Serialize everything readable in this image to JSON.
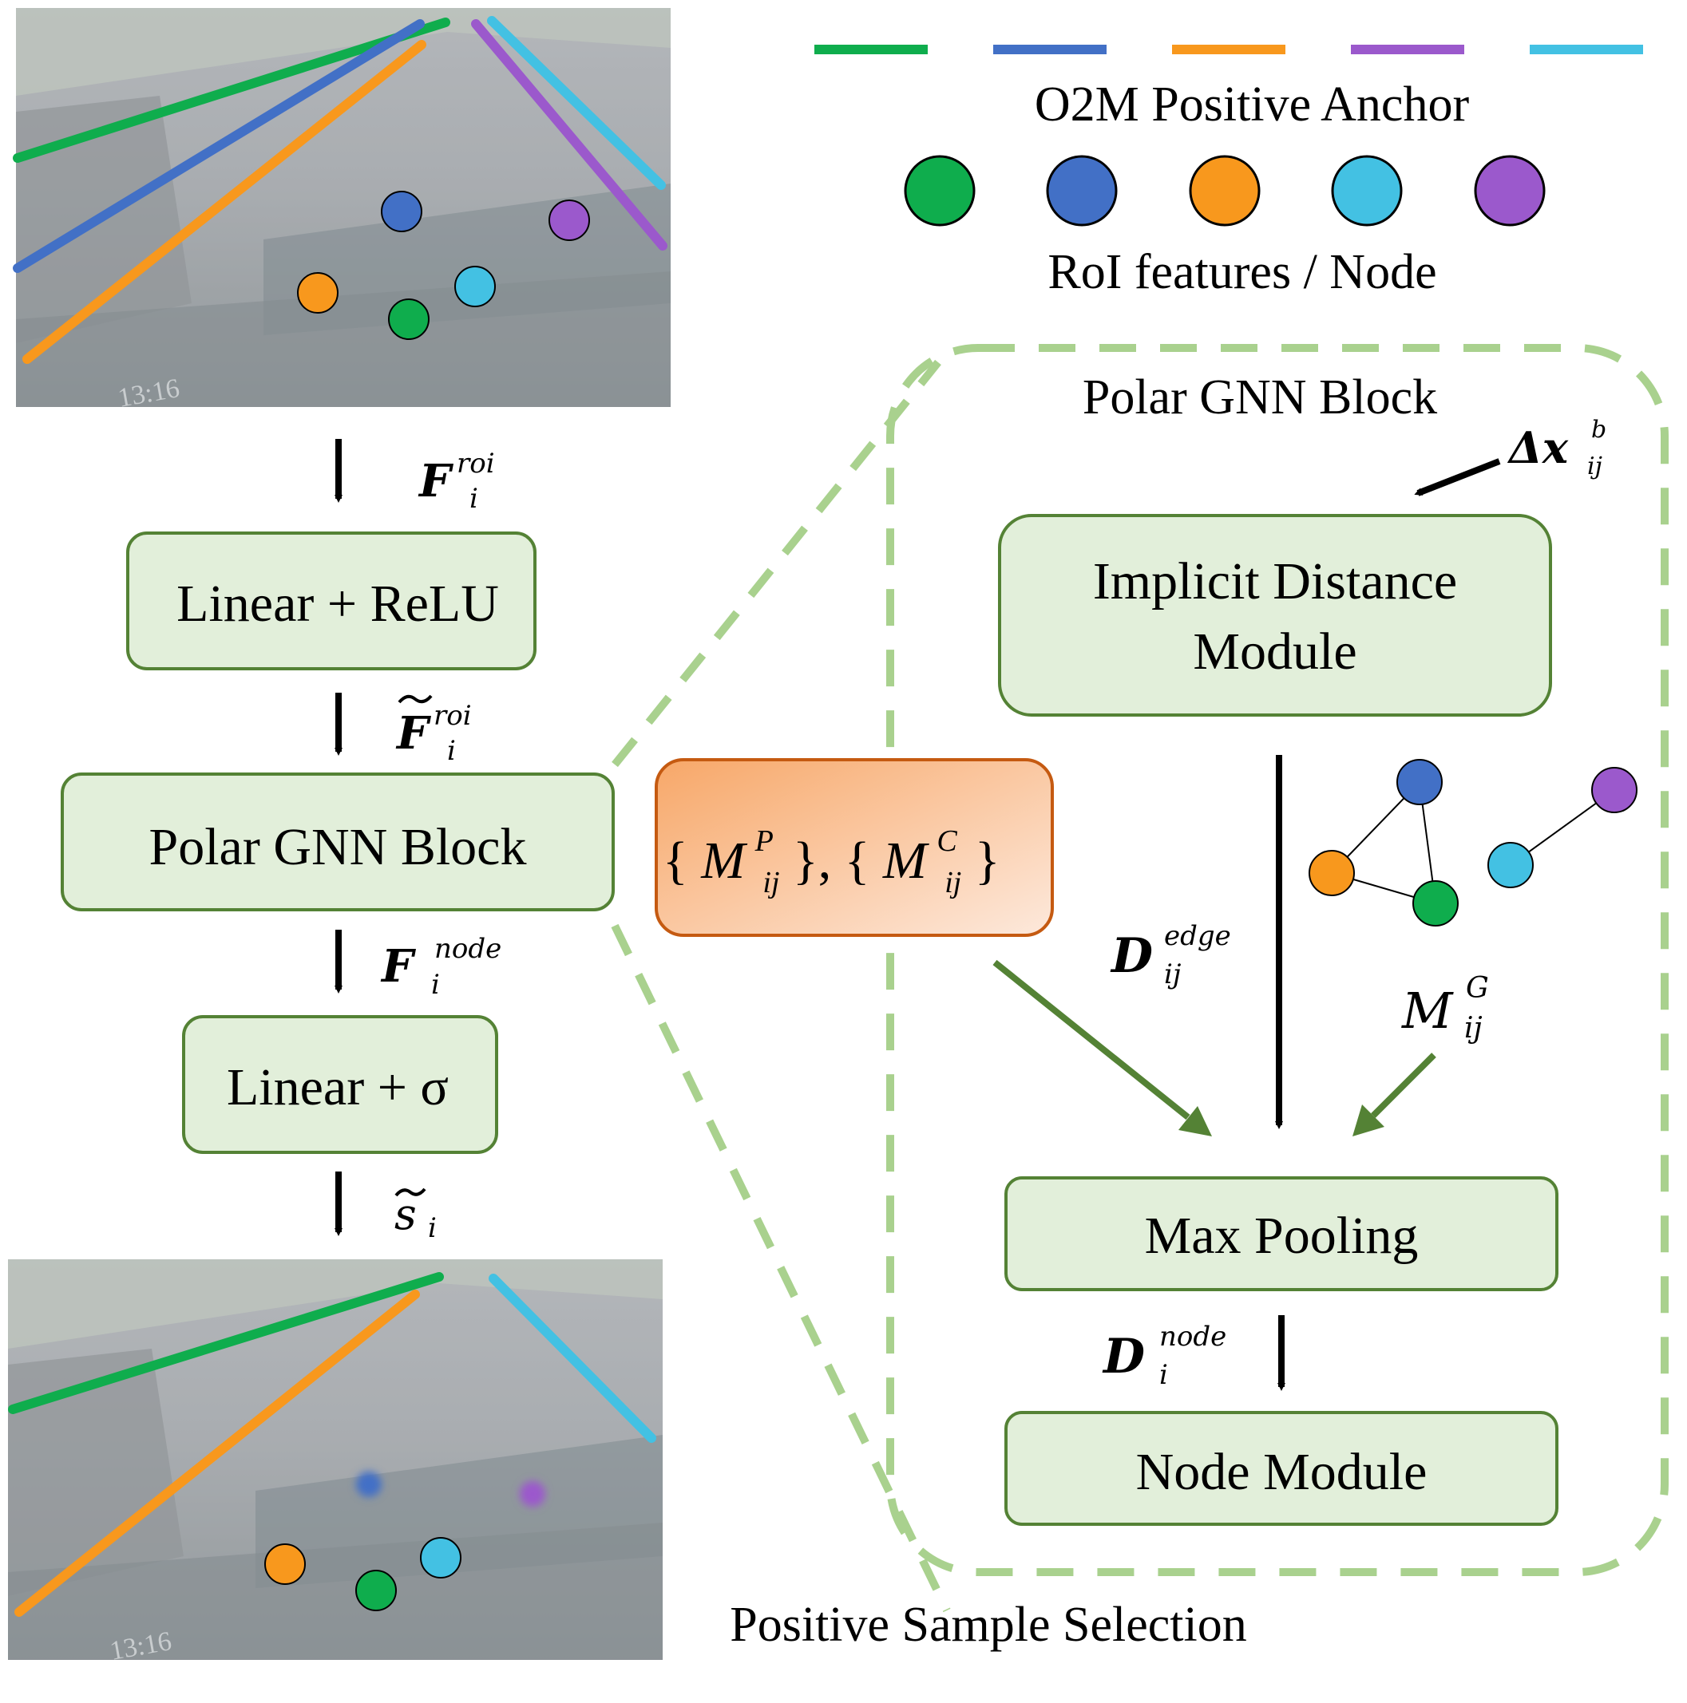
{
  "legend": {
    "anchor_title": "O2M Positive Anchor",
    "node_title": "RoI features / Node",
    "lane_colors": [
      "#0fad4d",
      "#4270c6",
      "#f8981d",
      "#9b59cc",
      "#43c1e3"
    ],
    "node_colors": [
      "#0fad4d",
      "#4270c6",
      "#f8981d",
      "#43c1e3",
      "#9b59cc"
    ]
  },
  "pipeline": {
    "linear_relu": "Linear + ReLU",
    "polar_gnn_block": "Polar GNN Block",
    "linear_sigma": "Linear + σ",
    "label_f_roi": {
      "base": "F",
      "sup": "roi",
      "sub": "i"
    },
    "label_f_roi_tilde": {
      "base": "F",
      "sup": "roi",
      "sub": "i"
    },
    "label_f_node": {
      "base": "F",
      "sup": "node",
      "sub": "i"
    },
    "label_s": {
      "base": "s",
      "sub": "i"
    },
    "bottom_caption": "Positive Sample Selection"
  },
  "gnn_block": {
    "title": "Polar GNN Block",
    "implicit_distance_module": [
      "Implicit Distance",
      "Module"
    ],
    "max_pooling": "Max Pooling",
    "node_module": "Node Module",
    "masks_left": {
      "base": "M",
      "sup": "P",
      "sub": "ij"
    },
    "masks_right": {
      "base": "M",
      "sup": "C",
      "sub": "ij"
    },
    "label_delta_x": {
      "base": "Δx",
      "sup": "b",
      "sub": "ij"
    },
    "label_d_edge": {
      "base": "D",
      "sup": "edge",
      "sub": "ij"
    },
    "label_m_g": {
      "base": "M",
      "sup": "G",
      "sub": "ij"
    },
    "label_d_node": {
      "base": "D",
      "sup": "node",
      "sub": "i"
    }
  },
  "photos": {
    "top_timestamp": "13:16",
    "bottom_timestamp": "13:16"
  },
  "colors": {
    "box_fill": "#e2efda",
    "box_stroke": "#548235",
    "dashed_border": "#a9d18e",
    "orange_box_stroke": "#c55a11",
    "green_arrow": "#548235"
  }
}
